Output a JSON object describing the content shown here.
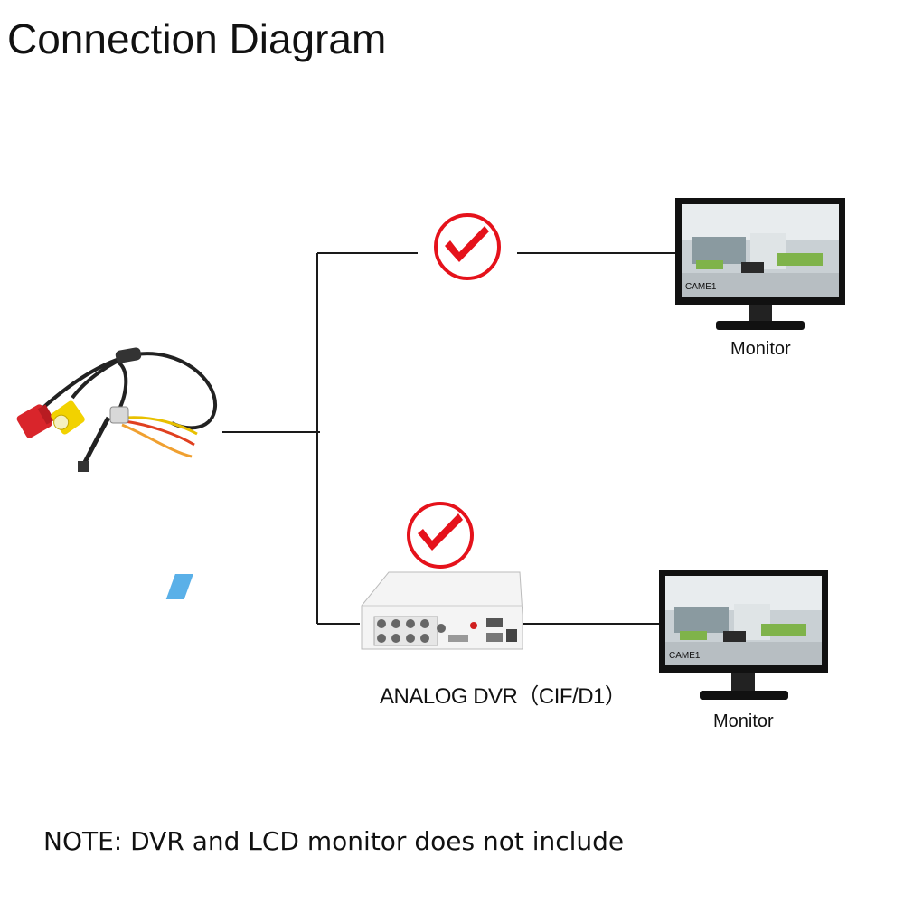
{
  "title": "Connection Diagram",
  "monitors": [
    {
      "label": "Monitor",
      "overlay": "CAME1"
    },
    {
      "label": "Monitor",
      "overlay": "CAME1"
    }
  ],
  "dvr": {
    "label": "ANALOG DVR（CIF/D1）"
  },
  "note": "NOTE: DVR and LCD monitor does not include",
  "colors": {
    "check": "#e5121b",
    "line": "#1a1a1a",
    "cable_red": "#d9252b",
    "cable_yellow": "#f2d200"
  }
}
